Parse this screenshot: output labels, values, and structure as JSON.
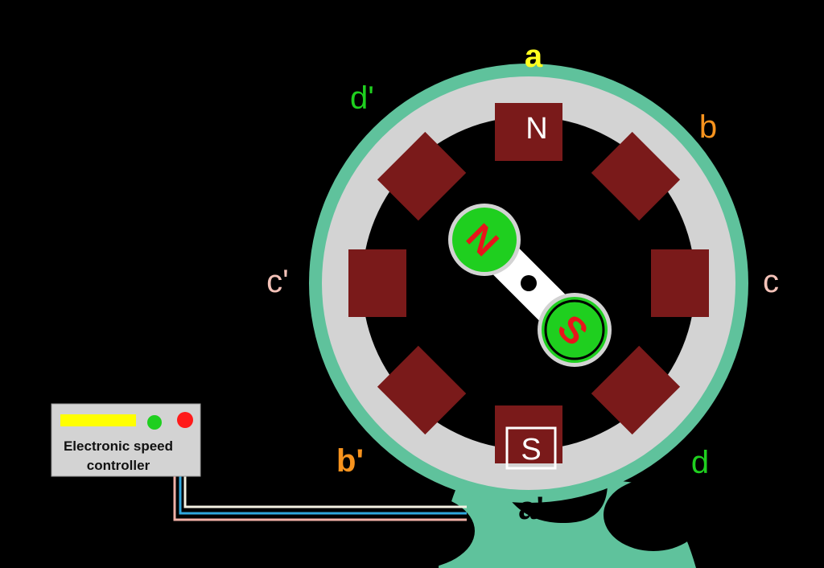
{
  "colors": {
    "background": "#000000",
    "frame": "#5fc29c",
    "stator_ring": "#d3d3d3",
    "pole": "#7a1a1a",
    "rotor_magnet": "#1fcf1f",
    "rotor_letter": "#e8151b",
    "esc_box": "#d3d3d3",
    "indicator_yellow": "#ffff00",
    "indicator_green": "#1fcf1f",
    "indicator_red": "#ff1a1a",
    "wire_white": "#f3f1e2",
    "wire_blue": "#2fa7dd",
    "wire_pink": "#f0b0a6"
  },
  "phase_labels": [
    {
      "text": "a",
      "color": "#ffff1f"
    },
    {
      "text": "b",
      "color": "#f7931e"
    },
    {
      "text": "c",
      "color": "#f4c2b8"
    },
    {
      "text": "d",
      "color": "#1fd01f"
    },
    {
      "text": "a'",
      "color": "#000000"
    },
    {
      "text": "b'",
      "color": "#f7931e"
    },
    {
      "text": "c'",
      "color": "#f4c2b8"
    },
    {
      "text": "d'",
      "color": "#1fd01f"
    }
  ],
  "stator_poles": {
    "top": "N",
    "bottom": "S"
  },
  "rotor": {
    "north": "N",
    "south": "S"
  },
  "controller": {
    "line1": "Electronic speed",
    "line2": "controller"
  }
}
